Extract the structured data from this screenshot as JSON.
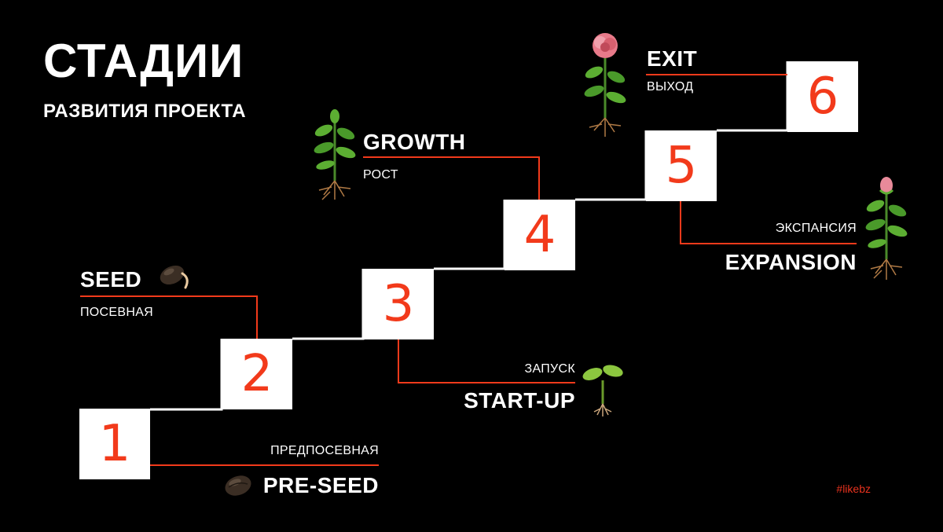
{
  "header": {
    "title": "СТАДИИ",
    "subtitle": "РАЗВИТИЯ ПРОЕКТА"
  },
  "colors": {
    "accent": "#f23a1b",
    "background": "#000000",
    "step_fill": "#ffffff",
    "text": "#ffffff"
  },
  "stages": [
    {
      "number": "1",
      "name": "PRE-SEED",
      "name_ru": "ПРЕДПОСЕВНАЯ",
      "icon": "seed-icon"
    },
    {
      "number": "2",
      "name": "SEED",
      "name_ru": "ПОСЕВНАЯ",
      "icon": "sprouting-seed-icon"
    },
    {
      "number": "3",
      "name": "START-UP",
      "name_ru": "ЗАПУСК",
      "icon": "seedling-icon"
    },
    {
      "number": "4",
      "name": "GROWTH",
      "name_ru": "РОСТ",
      "icon": "young-plant-icon"
    },
    {
      "number": "5",
      "name": "EXPANSION",
      "name_ru": "ЭКСПАНСИЯ",
      "icon": "budding-plant-icon"
    },
    {
      "number": "6",
      "name": "EXIT",
      "name_ru": "ВЫХОД",
      "icon": "blooming-rose-icon"
    }
  ],
  "footer": {
    "tag": "#likebz"
  }
}
